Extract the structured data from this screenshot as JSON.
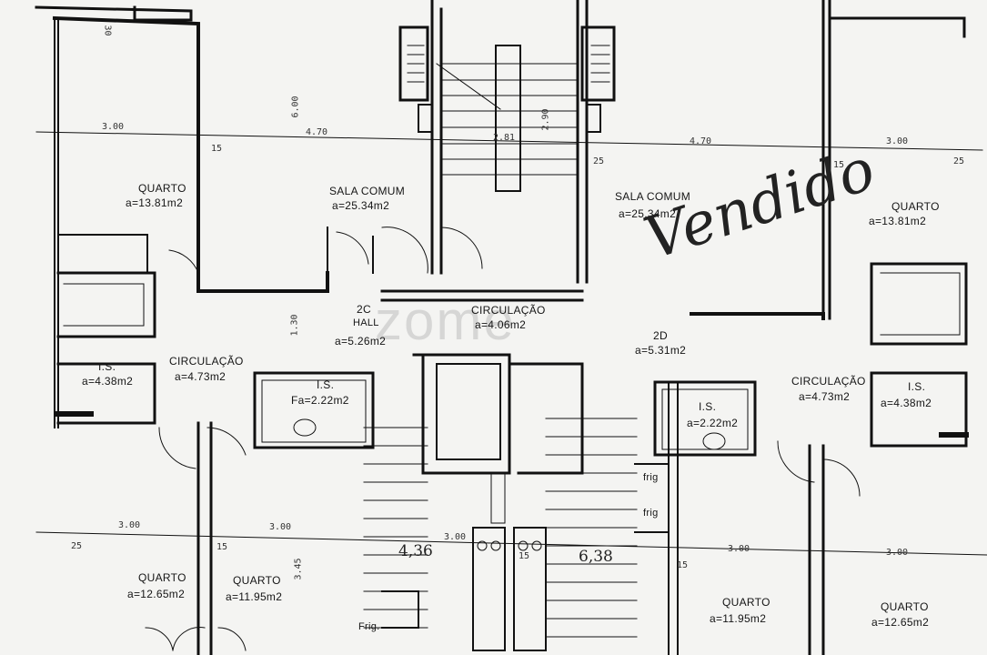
{
  "colors": {
    "paper": "#f4f4f2",
    "ink": "#151515",
    "wall_fill": "#ffffff",
    "watermark": "#c8c8c8"
  },
  "watermark": "zome",
  "rooms": {
    "quarto_tl": {
      "name": "QUARTO",
      "area": "a=13.81m2"
    },
    "sala_l": {
      "name": "SALA COMUM",
      "area": "a=25.34m2"
    },
    "sala_r": {
      "name": "SALA COMUM",
      "area": "a=25.34m2"
    },
    "quarto_tr": {
      "name": "QUARTO",
      "area": "a=13.81m2"
    },
    "hall": {
      "code": "2C",
      "name": "HALL",
      "area": "a=5.26m2"
    },
    "circ_mid": {
      "name": "CIRCULAÇÃO",
      "area": "a=4.06m2"
    },
    "hall_r": {
      "code": "2D",
      "area": "a=5.31m2"
    },
    "circ_l": {
      "name": "CIRCULAÇÃO",
      "area": "a=4.73m2"
    },
    "circ_r": {
      "name": "CIRCULAÇÃO",
      "area": "a=4.73m2"
    },
    "is_l": {
      "name": "I.S.",
      "area": "a=4.38m2"
    },
    "is_r": {
      "name": "I.S.",
      "area": "a=4.38m2"
    },
    "is_ml": {
      "name": "I.S.",
      "area": "Fa=2.22m2"
    },
    "is_mr": {
      "name": "I.S.",
      "area": "a=2.22m2"
    },
    "quarto_bl1": {
      "name": "QUARTO",
      "area": "a=12.65m2"
    },
    "quarto_bl2": {
      "name": "QUARTO",
      "area": "a=11.95m2"
    },
    "quarto_br1": {
      "name": "QUARTO",
      "area": "a=11.95m2"
    },
    "quarto_br2": {
      "name": "QUARTO",
      "area": "a=12.65m2"
    }
  },
  "fixtures": {
    "frig1": "frig",
    "frig2": "frig",
    "frig3": "Frig."
  },
  "dimensions": {
    "d300_a": "3.00",
    "d600": "6.00",
    "d470_a": "4.70",
    "d15_a": "15",
    "d281": "2.81",
    "d290": "2.90",
    "d25": "25",
    "d470_b": "4.70",
    "d300_b": "3.00",
    "d15_b": "15",
    "d25_r": "25",
    "d300_c": "3.00",
    "d300_d": "3.00",
    "d15_c": "15",
    "d345": "3.45",
    "d15_d": "15",
    "d300_e": "3.00",
    "d15_e": "15",
    "d300_f": "3.00",
    "d300_g": "3.00",
    "d25_b": "25",
    "d130": "1.30",
    "d30": "30"
  },
  "handwriting": {
    "note_a": "4,36",
    "note_b": "6,38",
    "note_c": "Vendido"
  }
}
